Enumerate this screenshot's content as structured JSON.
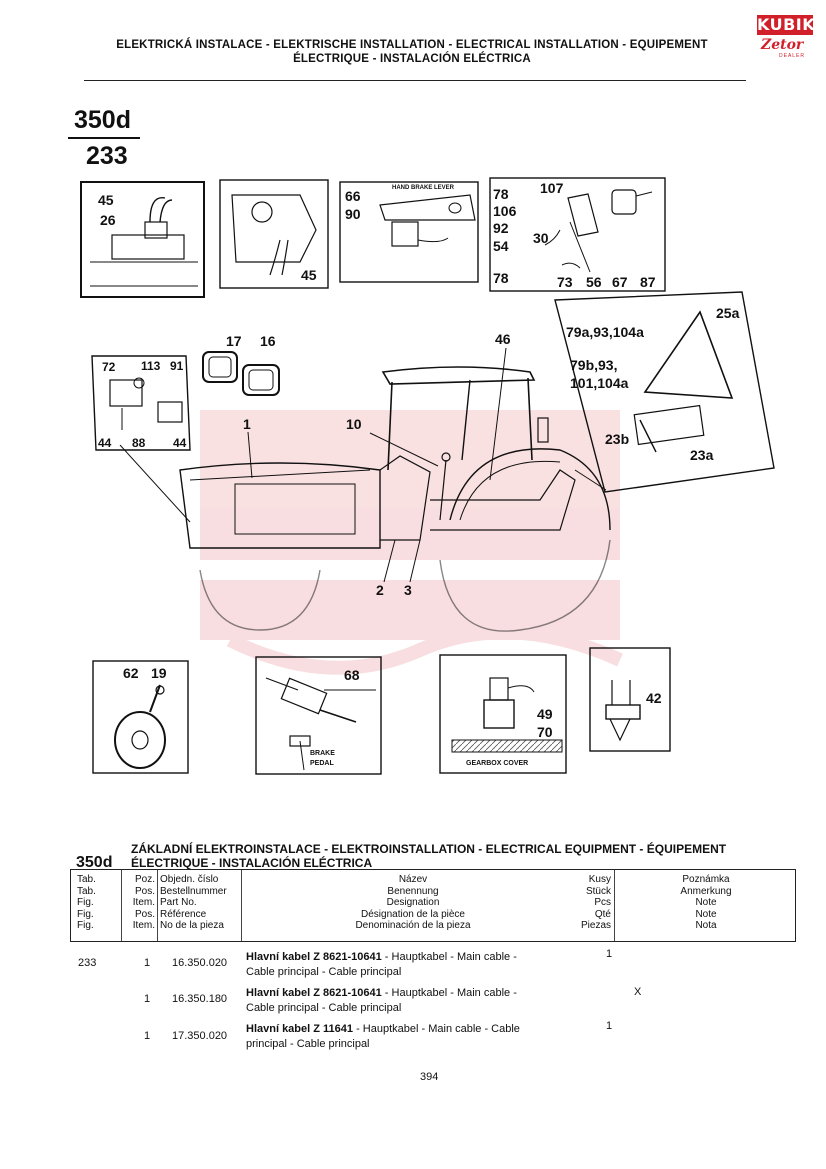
{
  "header": {
    "title_line1": "ELEKTRICKÁ INSTALACE - ELEKTRISCHE INSTALLATION - ELECTRICAL INSTALLATION - EQUIPEMENT",
    "title_line2": "ÉLECTRIQUE - INSTALACIÓN ELÉCTRICA"
  },
  "logo": {
    "top": "KUBIK",
    "bottom": "Zetor",
    "sub": "DEALER"
  },
  "model": "350d",
  "plate": "233",
  "callouts": {
    "n45a": "45",
    "n26": "26",
    "n45b": "45",
    "n66": "66",
    "n90": "90",
    "hand_brake_lever": "HAND BRAKE LEVER",
    "n78a": "78",
    "n107": "107",
    "n106": "106",
    "n92": "92",
    "n30": "30",
    "n54": "54",
    "n78b": "78",
    "n73": "73",
    "n56": "56",
    "n67": "67",
    "n87": "87",
    "n17": "17",
    "n16": "16",
    "n46": "46",
    "n72": "72",
    "n113": "113",
    "n91": "91",
    "n44a": "44",
    "n88": "88",
    "n44b": "44",
    "n1": "1",
    "n10": "10",
    "n2": "2",
    "n3": "3",
    "n25a": "25a",
    "n79a": "79a,93,104a",
    "n79b": "79b,93,",
    "n101": "101,104a",
    "n23b": "23b",
    "n23a": "23a",
    "n62": "62",
    "n19": "19",
    "n68": "68",
    "brake": "BRAKE",
    "pedal": "PEDAL",
    "n49": "49",
    "n70": "70",
    "gearbox_cover": "GEARBOX COVER",
    "n42": "42"
  },
  "section": {
    "model": "350d",
    "title_line1": "ZÁKLADNÍ ELEKTROINSTALACE - ELEKTROINSTALLATION - ELECTRICAL EQUIPMENT - ÉQUIPEMENT",
    "title_line2": "ÉLECTRIQUE - INSTALACIÓN ELÉCTRICA"
  },
  "table_header": {
    "tab": [
      "Tab.",
      "Tab.",
      "Fig.",
      "Fig.",
      "Fig."
    ],
    "poz": [
      "Poz.",
      "Pos.",
      "Item.",
      "Pos.",
      "Item."
    ],
    "objedn": [
      "Objedn. číslo",
      "Bestellnummer",
      "Part No.",
      "Référence",
      "No de la pieza"
    ],
    "nazev": [
      "Název",
      "Benennung",
      "Designation",
      "Désignation de la pièce",
      "Denominación de la pieza"
    ],
    "kusy": [
      "Kusy",
      "Stück",
      "Pcs",
      "Qté",
      "Piezas"
    ],
    "poznamka": [
      "Poznámka",
      "Anmerkung",
      "Note",
      "Note",
      "Nota"
    ]
  },
  "rows": [
    {
      "tab": "233",
      "pos": "1",
      "part": "16.350.020",
      "bold": "Hlavní kabel Z 8621-10641",
      "rest1": " - Hauptkabel - Main cable -",
      "line2": "Cable principal - Cable principal",
      "qty": "1",
      "note": ""
    },
    {
      "tab": "",
      "pos": "1",
      "part": "16.350.180",
      "bold": "Hlavní kabel Z 8621-10641",
      "rest1": " - Hauptkabel - Main cable -",
      "line2": "Cable principal - Cable principal",
      "qty": "",
      "note": "X"
    },
    {
      "tab": "",
      "pos": "1",
      "part": "17.350.020",
      "bold": "Hlavní kabel Z 11641",
      "rest1": " - Hauptkabel - Main cable - Cable",
      "line2": "principal - Cable principal",
      "qty": "1",
      "note": ""
    }
  ],
  "page_number": "394"
}
